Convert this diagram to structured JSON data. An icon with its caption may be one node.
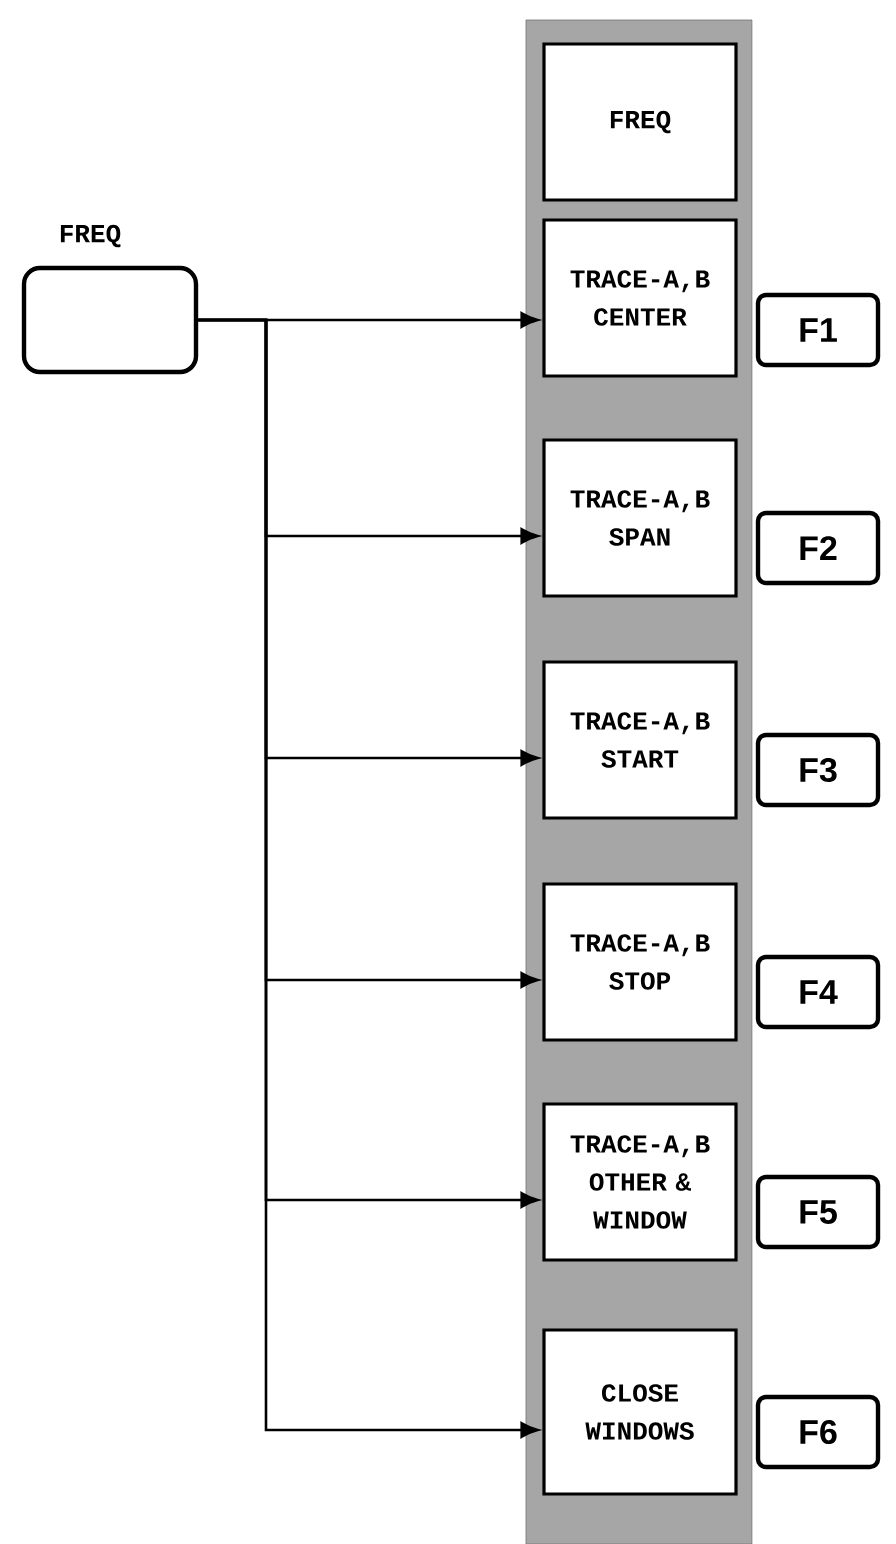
{
  "diagram": {
    "nodes": [
      {
        "text": [
          "FREQ"
        ]
      },
      {
        "text": [],
        "shape": "bar"
      },
      {
        "text": [
          "FREQ"
        ],
        "in": 1
      },
      {
        "text": [
          "TRACE-A,B CENTER"
        ],
        "in": 1
      },
      {
        "text": [
          "TRACE-A,B SPAN"
        ],
        "in": 1
      },
      {
        "text": [
          "TRACE-A,B START"
        ],
        "in": 1
      },
      {
        "text": [
          "TRACE-A,B STOP"
        ],
        "in": 1
      },
      {
        "text": [
          "TRACE-A,B OTHER & WINDOW"
        ],
        "in": 1
      },
      {
        "text": [
          "CLOSE WINDOWS"
        ],
        "in": 1
      },
      {
        "text": [
          "F1"
        ]
      },
      {
        "text": [
          "F2"
        ]
      },
      {
        "text": [
          "F3"
        ]
      },
      {
        "text": [
          "F4"
        ]
      },
      {
        "text": [
          "F5"
        ]
      },
      {
        "text": [
          "F6"
        ]
      }
    ],
    "edges": [
      {
        "from": 0,
        "to": 3,
        "arrow": "to"
      },
      {
        "from": 0,
        "to": 4,
        "arrow": "to"
      },
      {
        "from": 0,
        "to": 5,
        "arrow": "to"
      },
      {
        "from": 0,
        "to": 6,
        "arrow": "to"
      },
      {
        "from": 0,
        "to": 7,
        "arrow": "to"
      },
      {
        "from": 0,
        "to": 8,
        "arrow": "to"
      }
    ]
  }
}
